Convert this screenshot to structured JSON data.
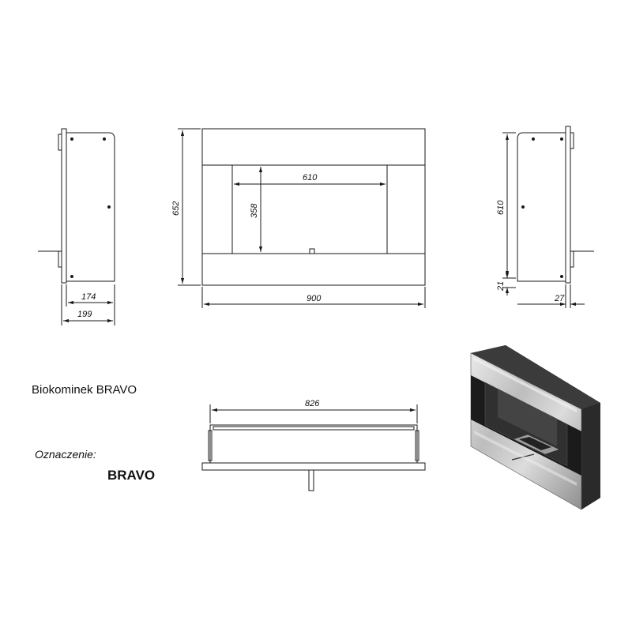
{
  "product": {
    "title": "Biokominek BRAVO",
    "designation_label": "Oznaczenie:",
    "model_code": "BRAVO"
  },
  "dimensions": {
    "side_left_inner": "174",
    "side_left_outer": "199",
    "front_height": "652",
    "front_width": "900",
    "opening_width": "610",
    "opening_height": "358",
    "side_right_height": "610",
    "side_right_bottom": "21",
    "side_right_depth": "27",
    "top_width": "826"
  },
  "colors": {
    "line": "#1a1a1a",
    "steel_light": "#c9c9c9",
    "steel_dark": "#2b2b2b"
  }
}
